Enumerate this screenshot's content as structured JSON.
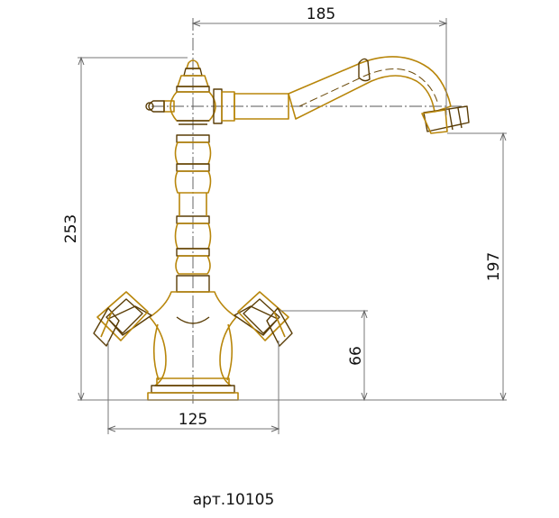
{
  "drawing": {
    "dimensions": {
      "spout_reach": "185",
      "total_height": "253",
      "spout_outlet_height": "197",
      "handle_height": "66",
      "base_width": "125"
    },
    "article_label": "арт.10105",
    "colors": {
      "faucet_outline": "#b8860b",
      "faucet_shadow": "#5a3d06",
      "dimension_lines": "#777777",
      "text": "#111111"
    }
  }
}
